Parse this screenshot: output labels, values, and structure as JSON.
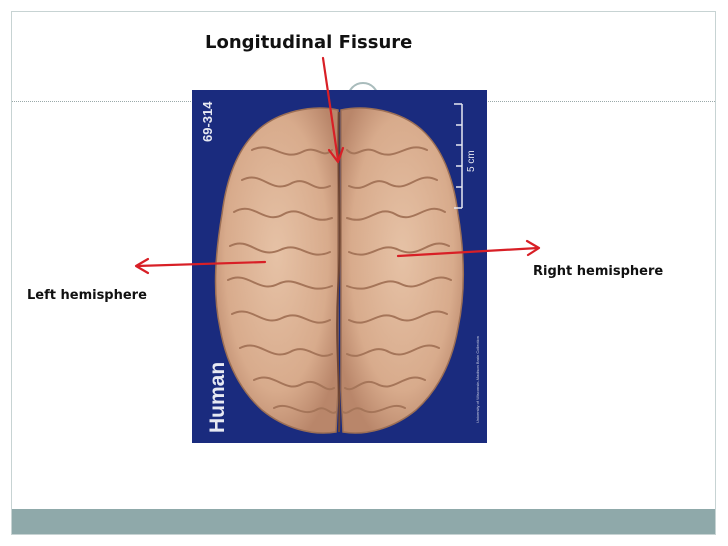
{
  "labels": {
    "fissure": "Longitudinal Fissure",
    "left_hemisphere": "Left hemisphere",
    "right_hemisphere": "Right hemisphere"
  },
  "photo": {
    "specimen_id": "69-314",
    "species": "Human",
    "scale": "5 cm",
    "credit": "University of Wisconsin-Madison Brain Collection"
  },
  "colors": {
    "arrow": "#d81f26",
    "photo_background": "#1a2b7e",
    "brain_tissue": "#dcb194",
    "footer_bar": "#8fa9aa"
  }
}
